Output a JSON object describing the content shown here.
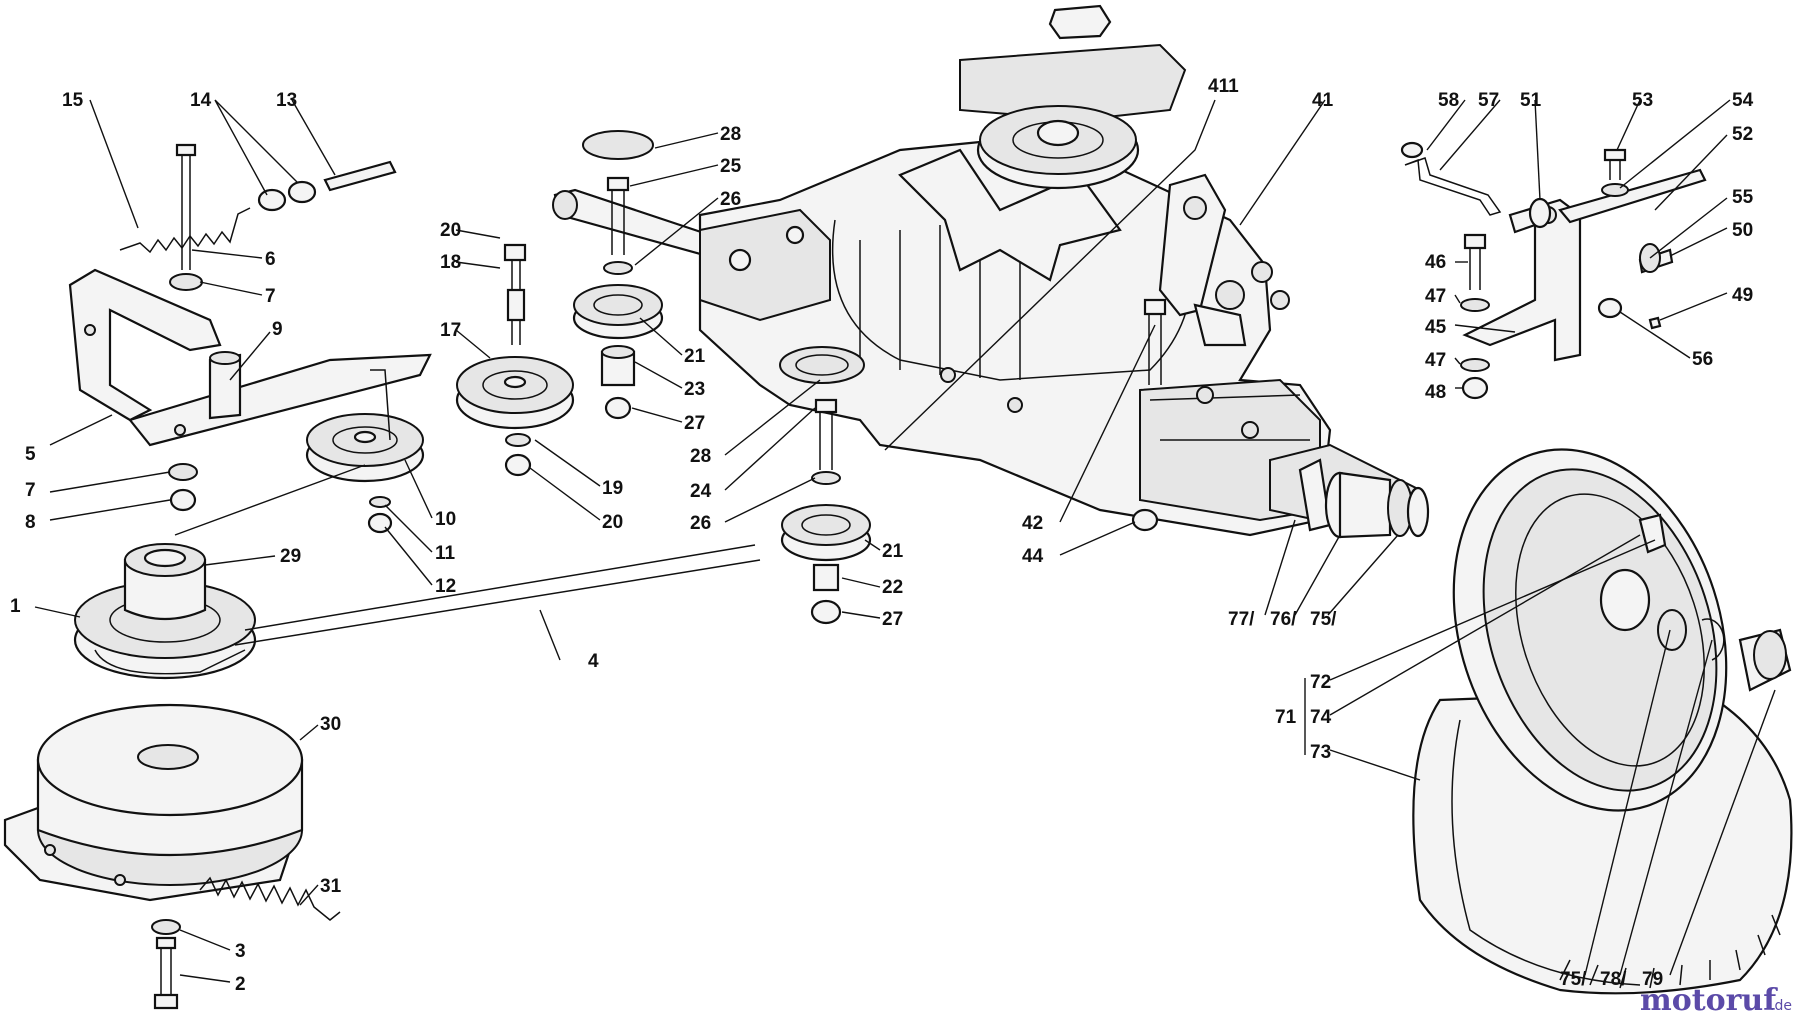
{
  "callouts": {
    "c1": "1",
    "c2": "2",
    "c3": "3",
    "c4": "4",
    "c5": "5",
    "c6": "6",
    "c7a": "7",
    "c7b": "7",
    "c8": "8",
    "c9": "9",
    "c10": "10",
    "c11": "11",
    "c12": "12",
    "c13": "13",
    "c14": "14",
    "c15": "15",
    "c17": "17",
    "c18": "18",
    "c19": "19",
    "c20a": "20",
    "c20b": "20",
    "c21a": "21",
    "c21b": "21",
    "c22": "22",
    "c23": "23",
    "c24": "24",
    "c25": "25",
    "c26a": "26",
    "c26b": "26",
    "c27a": "27",
    "c27b": "27",
    "c28a": "28",
    "c28b": "28",
    "c29": "29",
    "c30": "30",
    "c31": "31",
    "c41": "41",
    "c411": "411",
    "c42": "42",
    "c44": "44",
    "c45": "45",
    "c46": "46",
    "c47a": "47",
    "c47b": "47",
    "c48": "48",
    "c49": "49",
    "c50": "50",
    "c51": "51",
    "c52": "52",
    "c53": "53",
    "c54": "54",
    "c55": "55",
    "c56": "56",
    "c57": "57",
    "c58": "58",
    "c71": "71",
    "c72": "72",
    "c73": "73",
    "c74": "74",
    "c75a": "75/",
    "c75b": "75/",
    "c76": "76/",
    "c77": "77/",
    "c78": "78/",
    "c79": "79"
  },
  "watermark": {
    "brand": "motoruf",
    "tld": ".de",
    "brand_color": "#5b4aa8"
  }
}
